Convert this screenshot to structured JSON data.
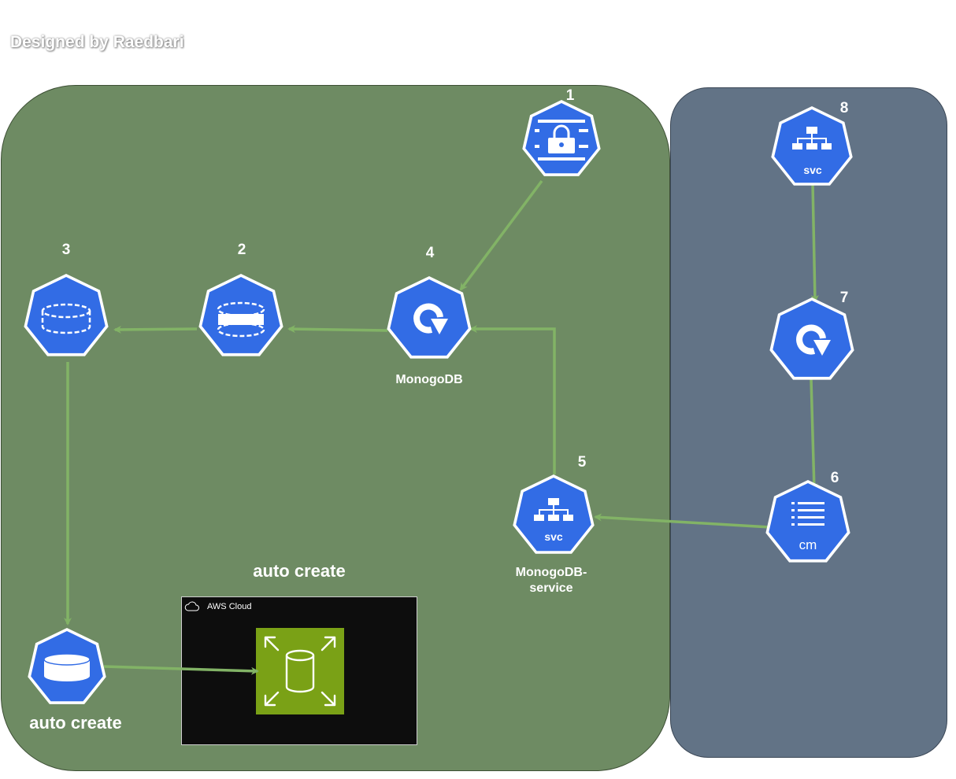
{
  "watermark": "Designed by Raedbari",
  "nodes": [
    {
      "id": "1",
      "number": "1",
      "icon": "k8s-secret-icon",
      "label": ""
    },
    {
      "id": "2",
      "number": "2",
      "icon": "k8s-persistent-volume-icon",
      "label": ""
    },
    {
      "id": "3",
      "number": "3",
      "icon": "k8s-persistent-volume-claim-icon",
      "label": ""
    },
    {
      "id": "4",
      "number": "4",
      "icon": "k8s-deployment-icon",
      "label": "MonogoDB"
    },
    {
      "id": "5",
      "number": "5",
      "icon": "k8s-service-icon",
      "label": "MonogoDB-\nservice",
      "badge": "svc"
    },
    {
      "id": "6",
      "number": "6",
      "icon": "k8s-configmap-icon",
      "label": "",
      "badge": "cm"
    },
    {
      "id": "7",
      "number": "7",
      "icon": "k8s-deployment-icon",
      "label": ""
    },
    {
      "id": "8",
      "number": "8",
      "icon": "k8s-service-icon",
      "label": "",
      "badge": "svc"
    },
    {
      "id": "sc",
      "number": "",
      "icon": "k8s-storage-class-icon",
      "label": ""
    }
  ],
  "texts": {
    "auto_create_top": "auto create",
    "auto_create_bottom": "auto create"
  },
  "aws": {
    "group_label": "AWS Cloud",
    "icon": "amazon-ebs-volume-icon",
    "colors": {
      "background": "#0d0d0d",
      "tile": "#7aa116"
    }
  },
  "colors": {
    "green_region": "#6e8b63",
    "slate_region": "#627386",
    "k8s_blue": "#326ce5",
    "arrow": "#82b366"
  }
}
